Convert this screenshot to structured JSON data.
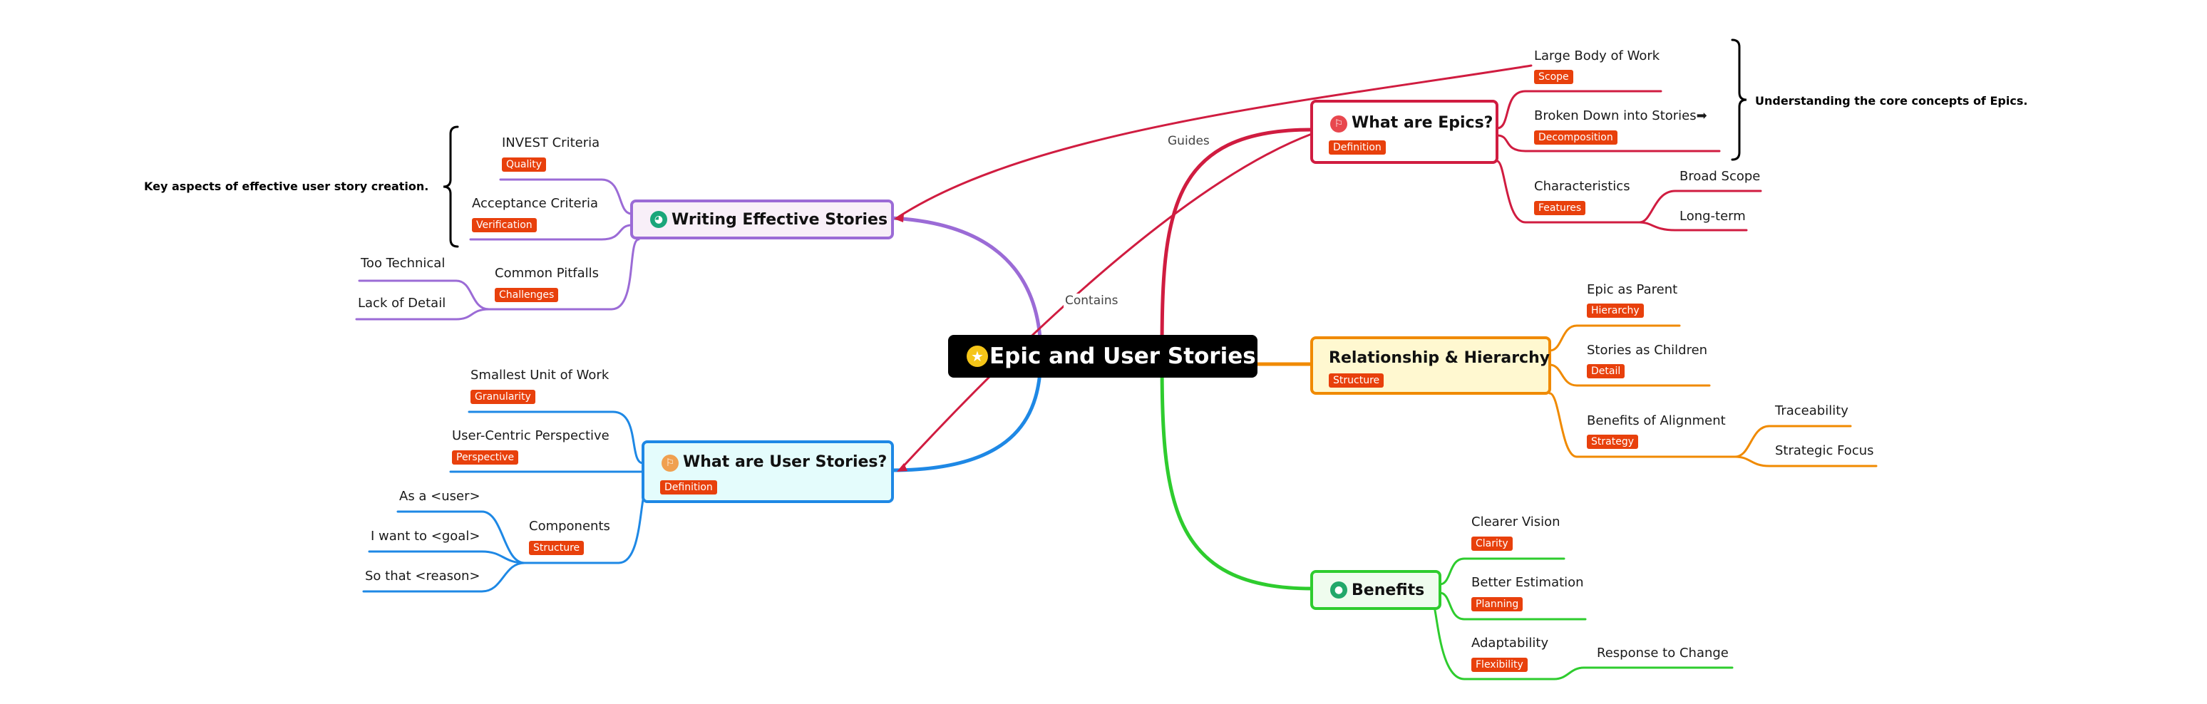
{
  "colors": {
    "epics": "#d01c40",
    "writing": "#9b6bd6",
    "user_stories": "#1e88e5",
    "relationship": "#f08a00",
    "benefits": "#2ecc2e",
    "tag": "#e8400c"
  },
  "root": {
    "title": "Epic and User Stories",
    "icon": "star-icon"
  },
  "epics": {
    "title": "What are Epics?",
    "tag": "Definition",
    "icon": "flag-icon",
    "children": [
      {
        "label": "Large Body of Work",
        "tag": "Scope"
      },
      {
        "label": "Broken Down into Stories➡",
        "tag": "Decomposition"
      },
      {
        "label": "Characteristics",
        "tag": "Features"
      }
    ],
    "characteristics": [
      "Broad Scope",
      "Long-term"
    ],
    "summary": "Understanding the core concepts of Epics."
  },
  "relationship": {
    "title": "Relationship & Hierarchy",
    "tag": "Structure",
    "children": [
      {
        "label": "Epic as Parent",
        "tag": "Hierarchy"
      },
      {
        "label": "Stories as Children",
        "tag": "Detail"
      },
      {
        "label": "Benefits of Alignment",
        "tag": "Strategy"
      }
    ],
    "alignment": [
      "Traceability",
      "Strategic Focus"
    ]
  },
  "benefits": {
    "title": "Benefits",
    "icon": "person-icon",
    "children": [
      {
        "label": "Clearer Vision",
        "tag": "Clarity"
      },
      {
        "label": "Better Estimation",
        "tag": "Planning"
      },
      {
        "label": "Adaptability",
        "tag": "Flexibility"
      }
    ],
    "adaptability": [
      "Response to Change"
    ]
  },
  "writing": {
    "title": "Writing Effective Stories",
    "icon": "pie-icon",
    "children": [
      {
        "label": "INVEST Criteria",
        "tag": "Quality"
      },
      {
        "label": "Acceptance Criteria",
        "tag": "Verification"
      },
      {
        "label": "Common Pitfalls",
        "tag": "Challenges"
      }
    ],
    "pitfalls": [
      "Too Technical",
      "Lack of Detail"
    ],
    "summary": "Key aspects of effective user story creation."
  },
  "user_stories": {
    "title": "What are User Stories?",
    "tag": "Definition",
    "icon": "flag-icon",
    "children": [
      {
        "label": "Smallest Unit of Work",
        "tag": "Granularity"
      },
      {
        "label": "User-Centric Perspective",
        "tag": "Perspective"
      },
      {
        "label": "Components",
        "tag": "Structure"
      }
    ],
    "components": [
      "As a <user>",
      "I want to <goal>",
      "So that <reason>"
    ]
  },
  "relations": {
    "guides": "Guides",
    "contains": "Contains"
  }
}
